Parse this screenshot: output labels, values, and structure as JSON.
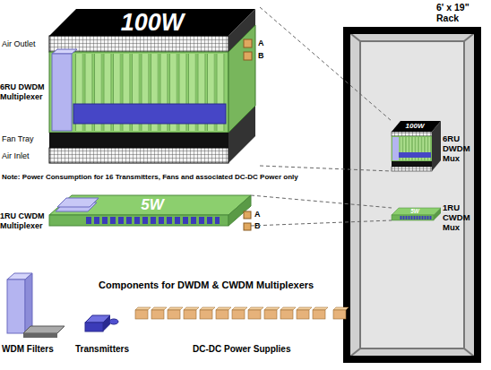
{
  "diagram": {
    "nodes": [
      {
        "text": [
          "6' x 19\" Rack"
        ]
      },
      {
        "text": [
          "100W",
          "6RU DWDM Multiplexer"
        ]
      },
      {
        "text": [
          "5W",
          "1RU CWDM Multiplexer"
        ]
      },
      {
        "text": [
          "100W",
          "6RU DWDM Mux"
        ],
        "in": 0
      },
      {
        "text": [
          "5W",
          "1RU CWDM Mux"
        ],
        "in": 0
      }
    ],
    "edges": [
      {
        "from": 1,
        "to": 3,
        "arrow": "none"
      },
      {
        "from": 1,
        "to": 3,
        "arrow": "none"
      },
      {
        "from": 2,
        "to": 4,
        "arrow": "none"
      },
      {
        "from": 2,
        "to": 4,
        "arrow": "none"
      }
    ],
    "labels": [
      "Air Outlet",
      "Fan Tray",
      "Air Inlet",
      "A",
      "B",
      "Note: Power Consumption for 16 Transmitters, Fans and associated DC-DC Power only",
      "A",
      "B",
      "Components for DWDM & CWDM Multiplexers",
      "WDM Filters",
      "Transmitters",
      "DC-DC Power Supplies"
    ]
  }
}
